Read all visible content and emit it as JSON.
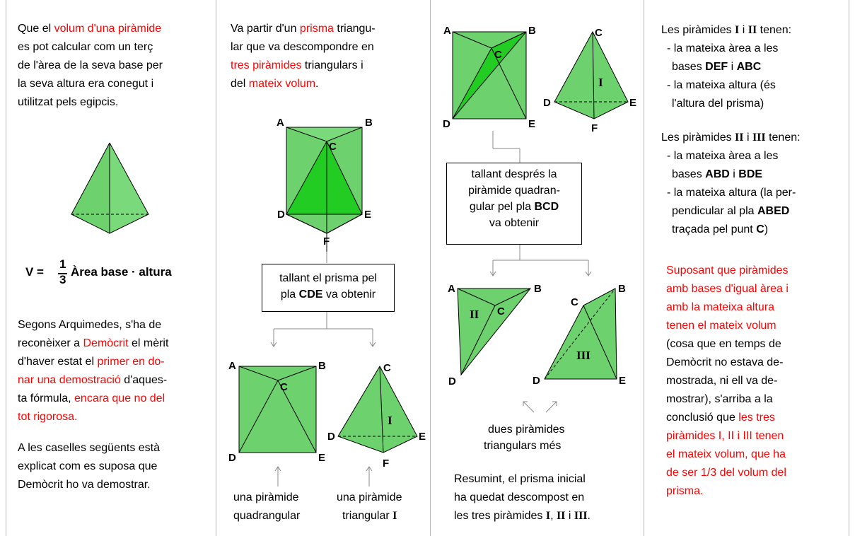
{
  "col1": {
    "p1": [
      [
        "Que el ",
        "volum d'una piràmide"
      ],
      [
        "es pot calcular com un terç"
      ],
      [
        "de l'àrea de la seva base per"
      ],
      [
        "la seva altura era conegut i"
      ],
      [
        "utilitzat pels egipcis."
      ]
    ],
    "formula": {
      "lhs": "V =",
      "num": "1",
      "den": "3",
      "rhs": "Àrea base · altura"
    },
    "p2_line1": "Segons Arquimedes, s'ha de",
    "p2_line2a": "reconèixer a ",
    "p2_line2b": "Demòcrit",
    "p2_line2c": " el mèrit",
    "p2_line3a": "d'haver estat  el ",
    "p2_line3b": "primer en do-",
    "p2_line4a": "nar una demostració",
    "p2_line4b": " d'aques-",
    "p2_line5a": "ta fórmula, ",
    "p2_line5b": "encara que no del",
    "p2_line6": "tot rigorosa.",
    "p3": [
      "A les caselles següents està",
      "explicat com es suposa que",
      "Demòcrit ho va demostrar."
    ]
  },
  "col2": {
    "l1a": "Va partir d'un ",
    "l1b": "prisma",
    "l1c": " triangu-",
    "l2": "lar que va descompondre en",
    "l3a": "tres piràmides",
    "l3b": " triangulars i",
    "l4a": "del ",
    "l4b": "mateix volum",
    "l4c": ".",
    "box1_a": "tallant el prisma pel",
    "box1_b1": "pla ",
    "box1_b2": "CDE",
    "box1_b3": "  va obtenir",
    "cap1": [
      "una piràmide",
      "quadrangular"
    ],
    "cap2a": "una piràmide",
    "cap2b": "triangular ",
    "cap2c": "I"
  },
  "col3": {
    "box_a": "tallant després la",
    "box_b": "piràmide quadran-",
    "box_c1": "gular pel pla ",
    "box_c2": "BCD",
    "box_d": "va obtenir",
    "cap": [
      "dues piràmides",
      "triangulars més"
    ],
    "sum1": "Resumint, el prisma inicial",
    "sum2": "ha quedat descompost en",
    "sum3a": "les tres piràmides ",
    "sum3b": "I",
    "sum3c": ", ",
    "sum3d": "II",
    "sum3e": " i ",
    "sum3f": "III",
    "sum3g": "."
  },
  "col4": {
    "a1a": "Les piràmides ",
    "a1b": "I",
    "a1c": " i ",
    "a1d": "II",
    "a1e": " tenen:",
    "a2": "- la mateixa àrea a les",
    "a3a": "bases ",
    "a3b": "DEF",
    "a3c": " i ",
    "a3d": "ABC",
    "a4": "- la mateixa altura (és",
    "a5": "l'altura del prisma)",
    "b1a": "Les piràmides ",
    "b1b": "II",
    "b1c": " i ",
    "b1d": "III",
    "b1e": " tenen:",
    "b2": "- la mateixa àrea a les",
    "b3a": "bases ",
    "b3b": "ABD",
    "b3c": " i ",
    "b3d": "BDE",
    "b4": "- la mateixa altura (la per-",
    "b5a": "pendicular al pla ",
    "b5b": "ABED",
    "b6a": "traçada pel punt ",
    "b6b": "C",
    "b6c": ")",
    "c1": "Suposant que piràmides",
    "c2": "amb bases d'igual àrea i",
    "c3": "amb la mateixa altura",
    "c4": "tenen el mateix volum",
    "c5": "(cosa que en temps de",
    "c6": "Demòcrit no estava de-",
    "c7": "mostrada, ni ell va de-",
    "c8": "mostrar), s'arriba a la",
    "c9a": "conclusió que ",
    "c9b": "les tres",
    "c10": "piràmides I, II i III tenen",
    "c11": "el mateix volum, que ha",
    "c12": "de ser 1/3 del volum del",
    "c13": "prisma."
  },
  "labels": {
    "A": "A",
    "B": "B",
    "C": "C",
    "D": "D",
    "E": "E",
    "F": "F",
    "I": "I",
    "II": "II",
    "III": "III"
  },
  "colors": {
    "fill": "#6dd16d",
    "dark_fill": "#22cc22",
    "red_text": "#ff0000",
    "divider": "#b8b8b8"
  }
}
